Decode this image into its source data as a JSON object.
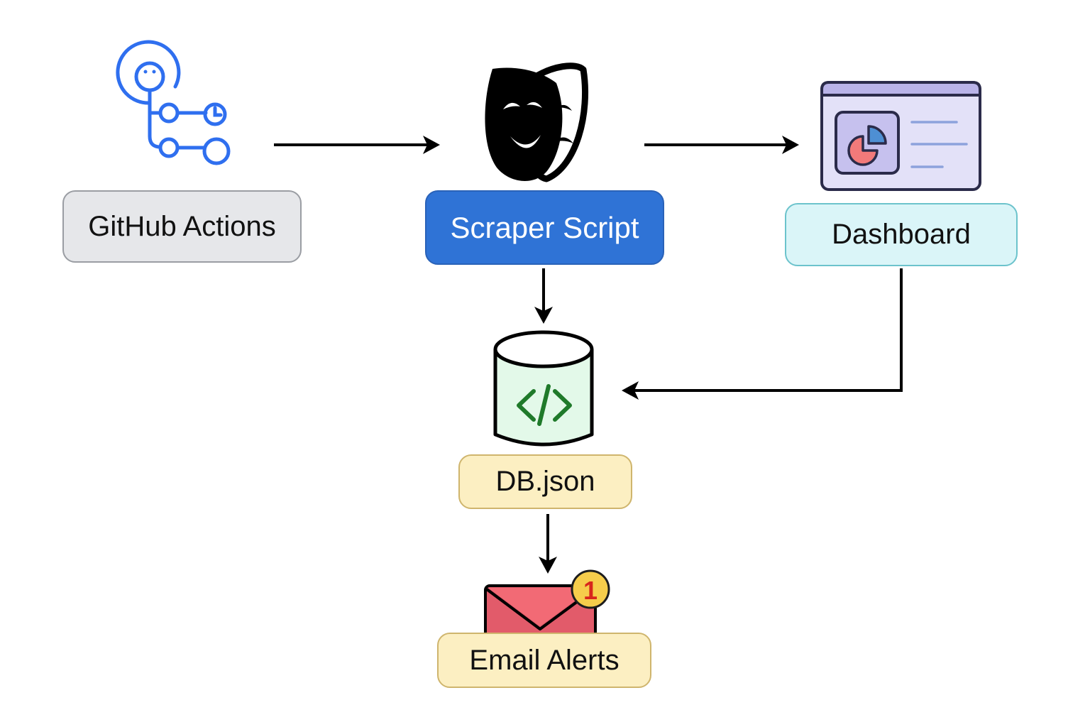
{
  "nodes": {
    "github_actions": {
      "label": "GitHub Actions"
    },
    "scraper_script": {
      "label": "Scraper Script"
    },
    "dashboard": {
      "label": "Dashboard"
    },
    "db_json": {
      "label": "DB.json"
    },
    "email_alerts": {
      "label": "Email Alerts",
      "badge_count": "1"
    }
  },
  "icons": {
    "github_actions": "github-actions-workflow-icon",
    "scraper_script": "theater-masks-icon",
    "dashboard": "dashboard-window-icon",
    "db_json": "database-code-icon",
    "email_alerts": "envelope-icon"
  },
  "edges": [
    {
      "from": "github_actions",
      "to": "scraper_script"
    },
    {
      "from": "scraper_script",
      "to": "dashboard"
    },
    {
      "from": "scraper_script",
      "to": "db_json"
    },
    {
      "from": "dashboard",
      "to": "db_json"
    },
    {
      "from": "db_json",
      "to": "email_alerts"
    }
  ],
  "colors": {
    "github_icon": "#2f6fef",
    "scraper_fill": "#2f73d6",
    "dashboard_fill": "#daf5f8",
    "dashboard_icon_fill": "#e3e1f8",
    "db_fill": "#fcefc2",
    "db_icon_fill": "#e3f9e9",
    "db_code": "#1f7a2a",
    "envelope": "#f26a75",
    "badge": "#f6cd4b",
    "badge_text": "#d8261c",
    "arrow": "#000000"
  }
}
